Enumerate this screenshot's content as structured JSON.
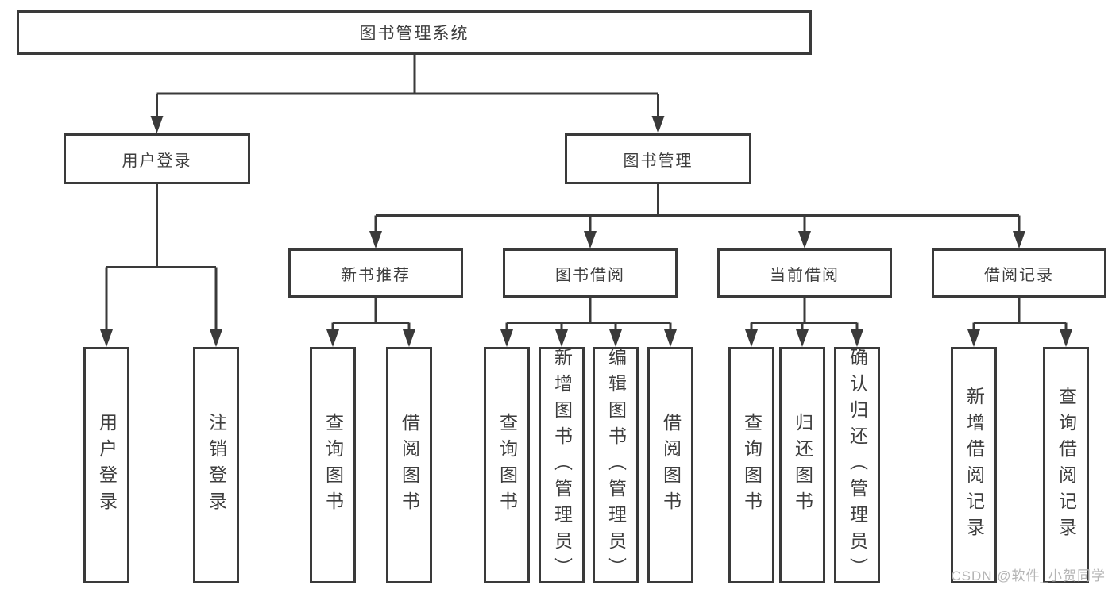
{
  "tree": {
    "title": "图书管理系统",
    "branches": [
      {
        "label": "用户登录",
        "children": [
          {
            "label": "用户登录"
          },
          {
            "label": "注销登录"
          }
        ]
      },
      {
        "label": "图书管理",
        "sections": [
          {
            "label": "新书推荐",
            "children": [
              {
                "label": "查询图书"
              },
              {
                "label": "借阅图书"
              }
            ]
          },
          {
            "label": "图书借阅",
            "children": [
              {
                "label": "查询图书"
              },
              {
                "label": "新增图书（管理员）"
              },
              {
                "label": "编辑图书（管理员）"
              },
              {
                "label": "借阅图书"
              }
            ]
          },
          {
            "label": "当前借阅",
            "children": [
              {
                "label": "查询图书"
              },
              {
                "label": "归还图书"
              },
              {
                "label": "确认归还（管理员）"
              }
            ]
          },
          {
            "label": "借阅记录",
            "children": [
              {
                "label": "新增借阅记录"
              },
              {
                "label": "查询借阅记录"
              }
            ]
          }
        ]
      }
    ],
    "watermark": "CSDN @软件_小贺同学",
    "colors": {
      "line": "#3a3a3a",
      "text": "#3e3e3e",
      "watermark": "#b5b5b5",
      "background": "#ffffff"
    }
  }
}
